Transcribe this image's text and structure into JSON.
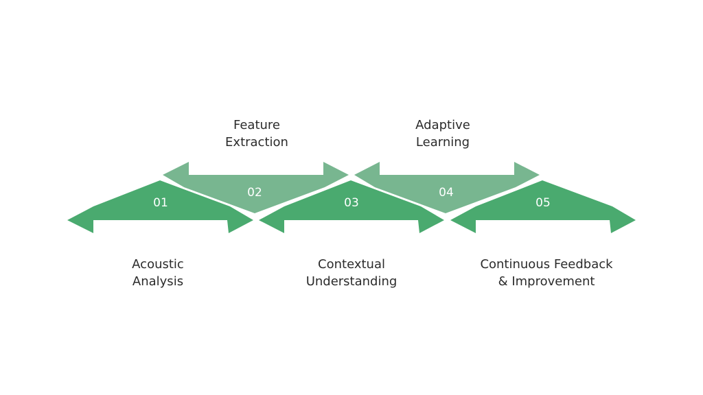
{
  "colors": {
    "primary": "#4aaa6f",
    "secondary": "#78b690"
  },
  "steps": [
    {
      "number": "01",
      "line1": "Acoustic",
      "line2": "Analysis"
    },
    {
      "number": "02",
      "line1": "Feature",
      "line2": "Extraction"
    },
    {
      "number": "03",
      "line1": "Contextual",
      "line2": "Understanding"
    },
    {
      "number": "04",
      "line1": "Adaptive",
      "line2": "Learning"
    },
    {
      "number": "05",
      "line1": "Continuous Feedback",
      "line2": "& Improvement"
    }
  ]
}
